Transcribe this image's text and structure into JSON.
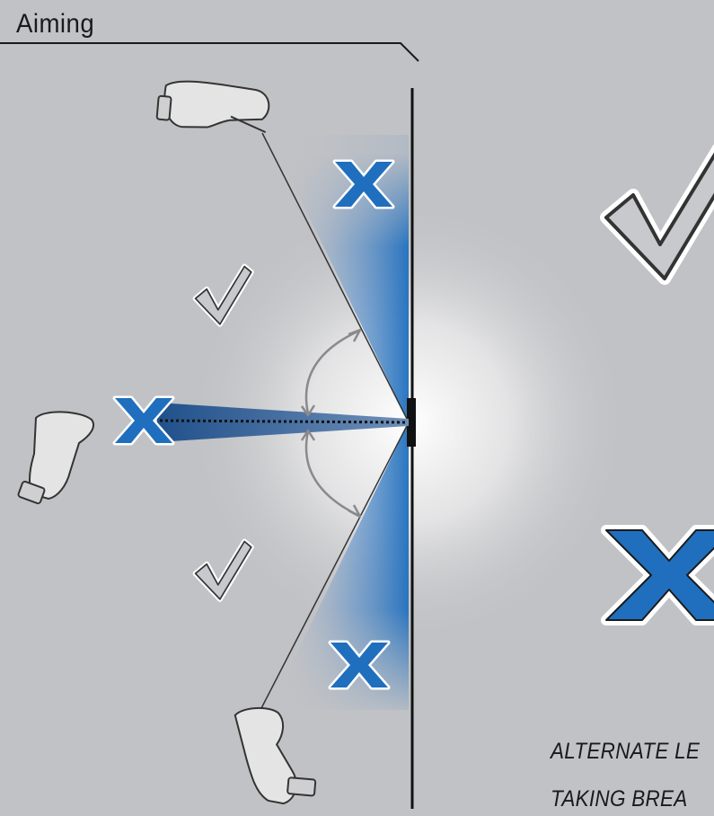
{
  "section": {
    "title": "Aiming"
  },
  "notes": [
    "ALTERNATE LE",
    "TAKING BREA"
  ],
  "markers": {
    "correct": "check-mark-icon",
    "incorrect": "x-mark-icon"
  },
  "colors": {
    "background": "#c1c2c5",
    "accent_blue": "#1f6fbe",
    "wall": "#111111",
    "check_fill": "#c8c9cc"
  }
}
